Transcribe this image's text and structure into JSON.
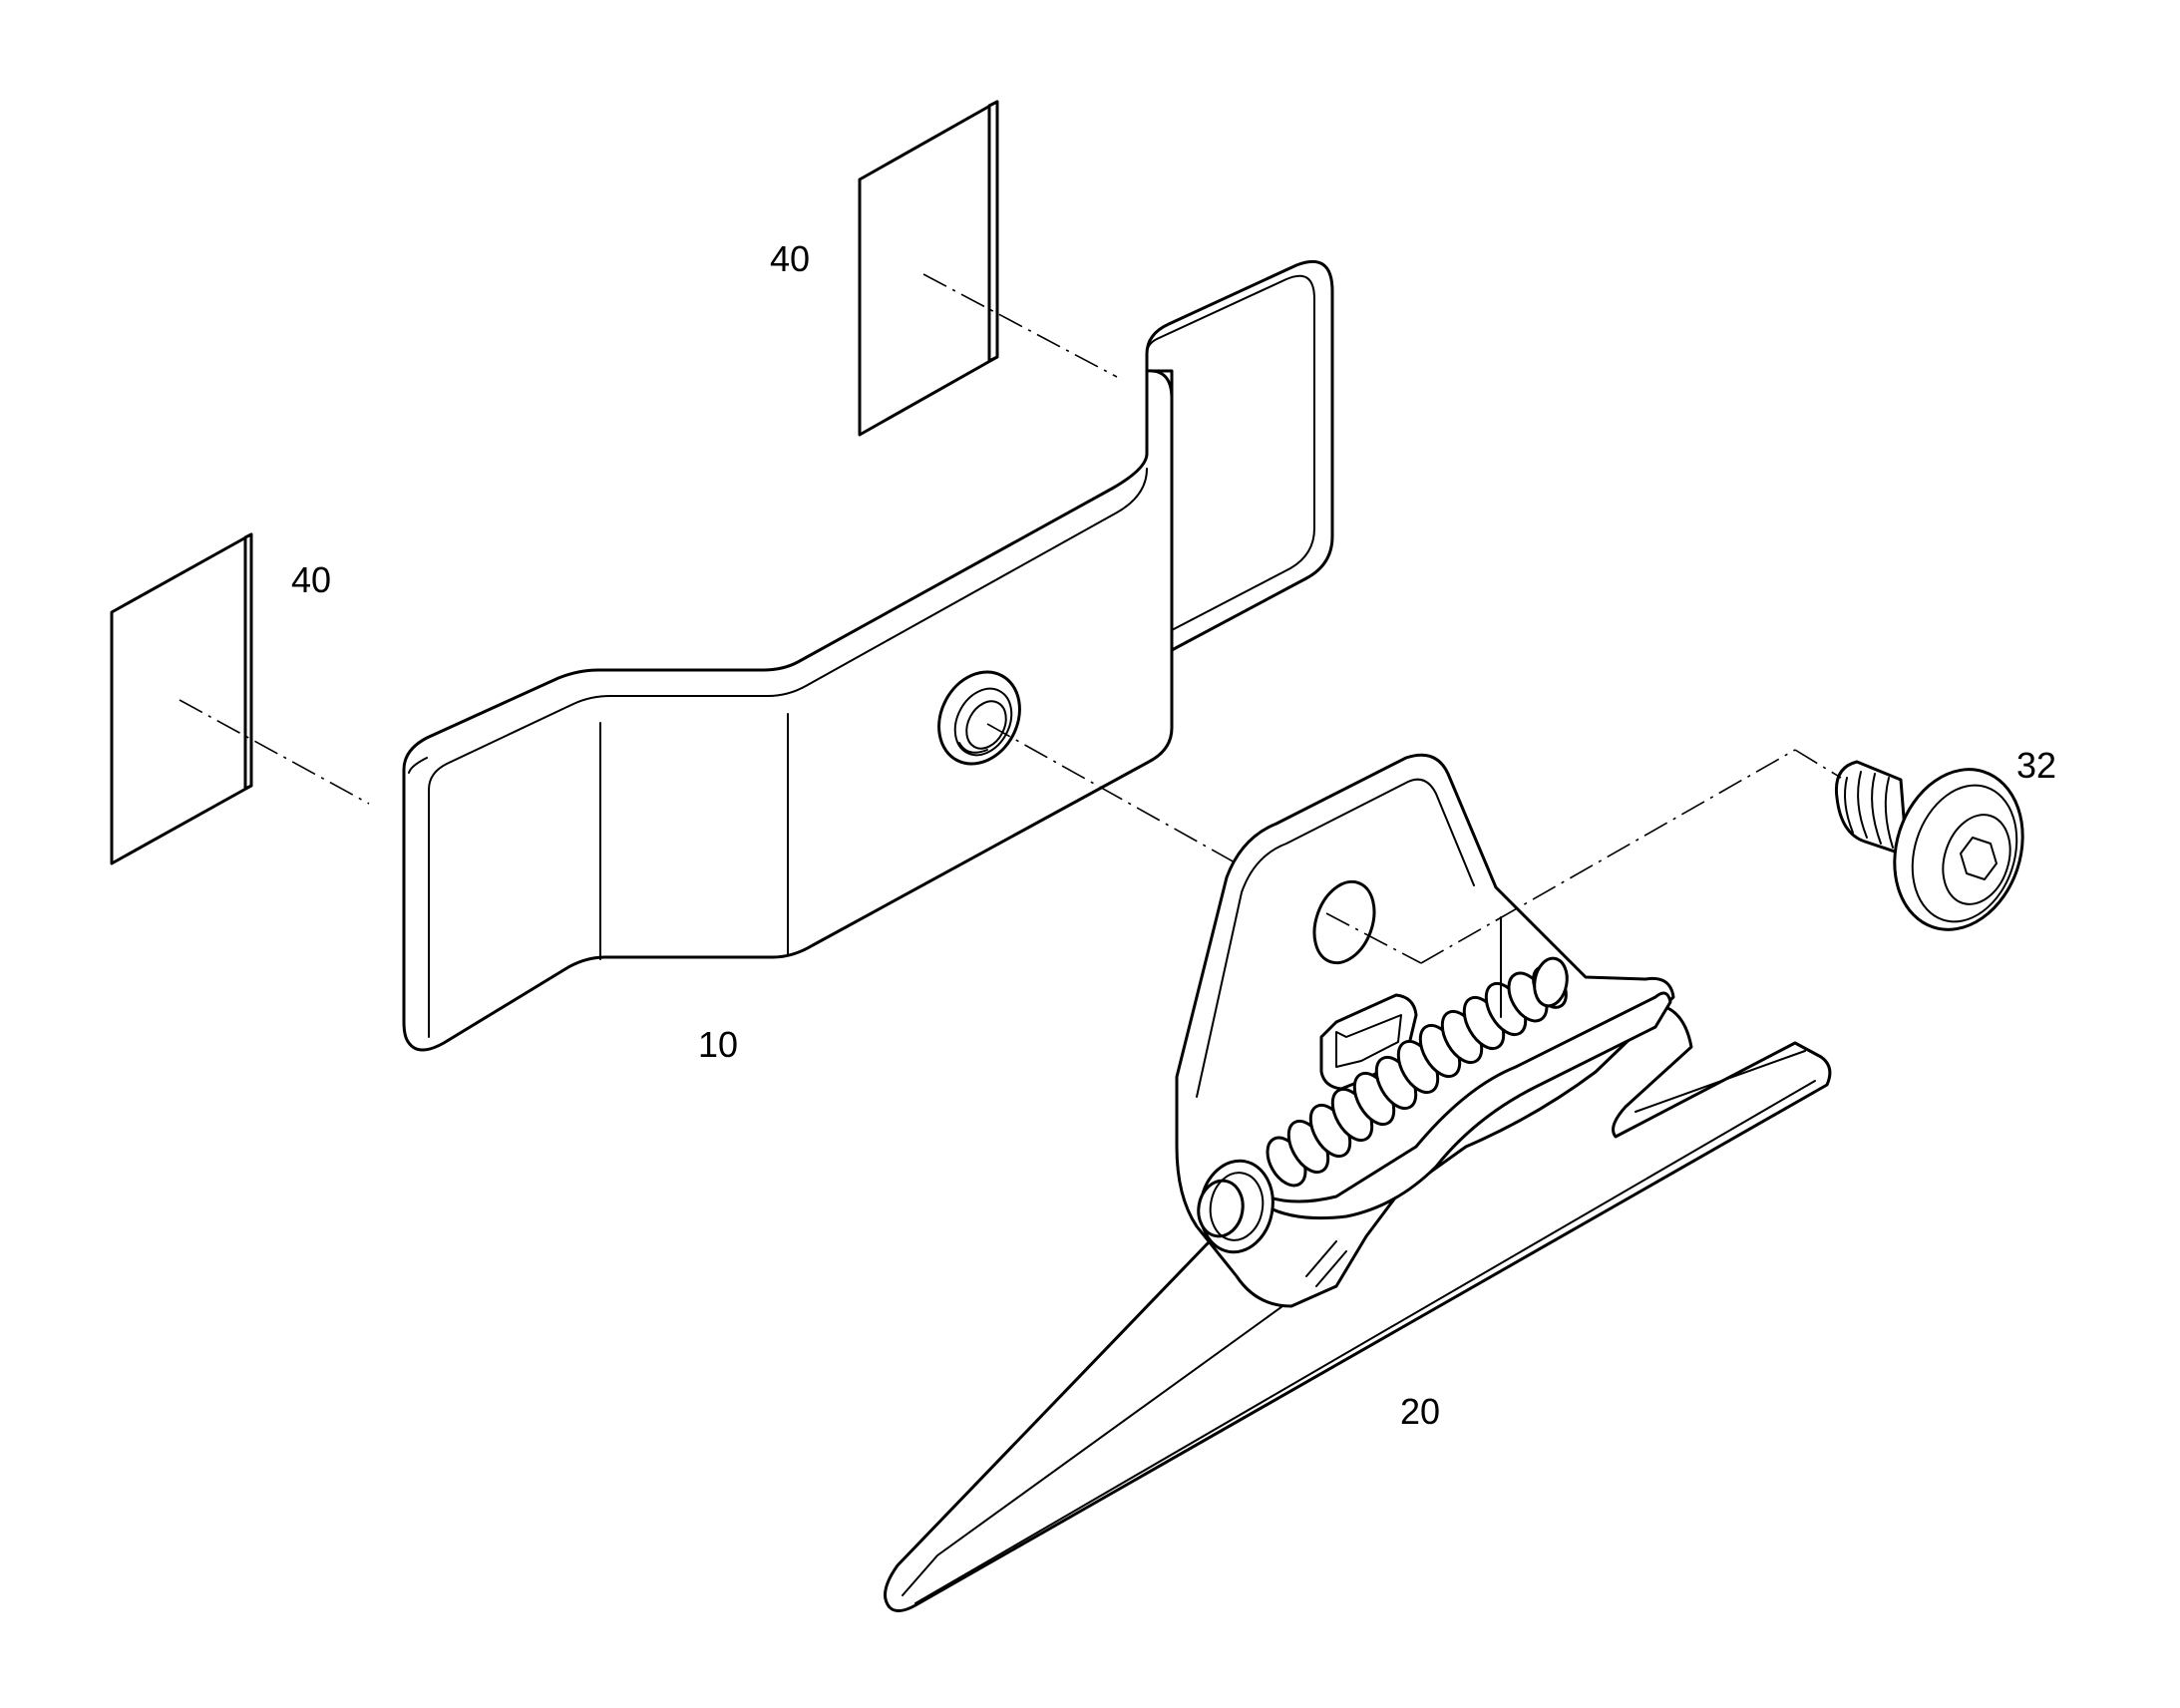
{
  "callouts": {
    "pad_top": "40",
    "pad_left": "40",
    "bracket": "10",
    "screw": "32",
    "clip_assembly": "20"
  }
}
